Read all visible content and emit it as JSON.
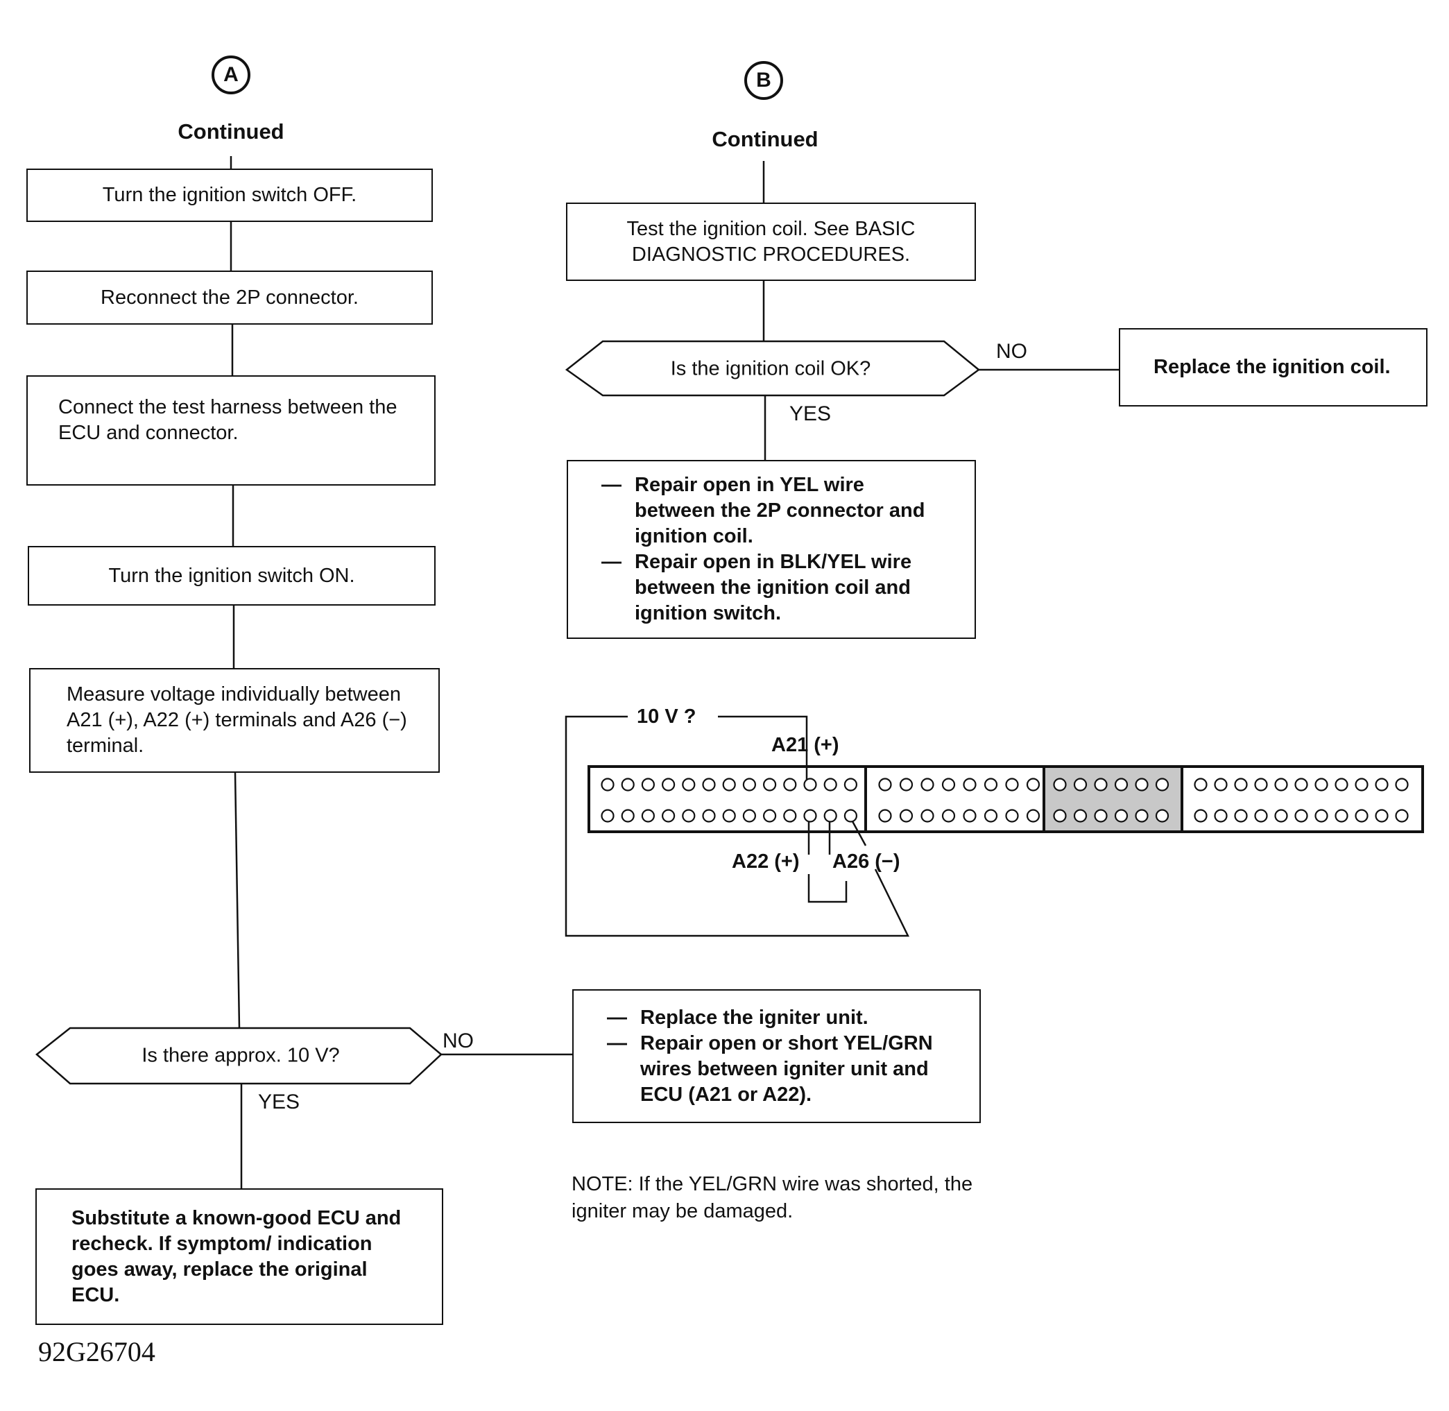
{
  "column_a": {
    "marker": "A",
    "header": "Continued",
    "steps": [
      "Turn the ignition switch OFF.",
      "Reconnect the 2P connector.",
      "Connect the test harness between the ECU and connector.",
      "Turn the ignition switch ON.",
      "Measure voltage individually between A21 (+), A22 (+) terminals and A26 (−) terminal."
    ],
    "decision": {
      "question": "Is there approx. 10 V?",
      "yes_label": "YES",
      "no_label": "NO"
    },
    "yes_result": "Substitute a known-good ECU and recheck. If symptom/ indication goes away, replace the original ECU.",
    "no_result": [
      "Replace the igniter unit.",
      "Repair open or short YEL/GRN wires between igniter unit and ECU (A21 or A22)."
    ]
  },
  "column_b": {
    "marker": "B",
    "header": "Continued",
    "step": "Test the ignition coil. See BASIC DIAGNOSTIC PROCEDURES.",
    "decision": {
      "question": "Is the ignition coil OK?",
      "yes_label": "YES",
      "no_label": "NO"
    },
    "no_result": "Replace the ignition coil.",
    "yes_result": [
      "Repair open in YEL wire between the 2P connector and ignition coil.",
      "Repair open in BLK/YEL wire between the ignition coil and ignition switch."
    ]
  },
  "connector_diagram": {
    "voltage_label": "10 V ?",
    "pin_labels": {
      "a21": "A21 (+)",
      "a22": "A22 (+)",
      "a26": "A26 (−)"
    }
  },
  "note": "NOTE: If the YEL/GRN wire was shorted, the igniter may be damaged.",
  "figure_id": "92G26704"
}
